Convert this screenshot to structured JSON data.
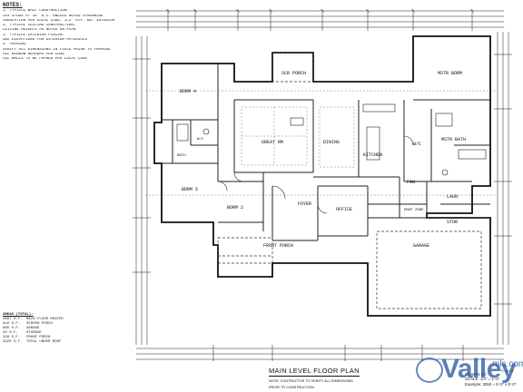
{
  "notes": {
    "heading": "NOTES:",
    "lines": [
      "1. TYPICAL WALL CONSTRUCTION:",
      "   2x4 STUDS AT 16\" O.C. UNLESS NOTED OTHERWISE",
      "   INSULATION PER LOCAL CODE, 1/2\" GYP. BD. INTERIOR",
      "",
      "2. TYPICAL CEILING CONSTRUCTION:",
      "   CEILING HEIGHTS AS NOTED ON PLAN",
      "",
      "3. TYPICAL EXTERIOR FINISH:",
      "   SEE ELEVATIONS FOR EXTERIOR MATERIALS",
      "",
      "4. FRAMING:",
      "   VERIFY ALL DIMENSIONS IN FIELD PRIOR TO FRAMING",
      "   ALL WINDOW HEADERS PER CODE",
      "   ALL WALLS TO BE FRAMED PER LOCAL CODE"
    ]
  },
  "rooms": {
    "scr_porch": "SCR PORCH",
    "mstr_bdrm": "MSTR BDRM",
    "bdrm4": "BDRM 4",
    "bdrm5": "BDRM 5",
    "bdrm2": "BDRM 2",
    "great_rm": "GREAT RM",
    "dining": "DINING",
    "kitchen": "KITCHEN",
    "wic": "W/C",
    "mstr_bath": "MSTR BATH",
    "pan": "PAN",
    "laun": "LAUN",
    "stor": "STOR",
    "office": "OFFICE",
    "foyer": "FOYER",
    "front_porch": "FRONT PORCH",
    "garage": "GARAGE",
    "drop_zone": "DROP ZONE",
    "bath": "BATH",
    "wic2": "W/C"
  },
  "legend": {
    "heading": "AREAS (TOTAL):",
    "rows": [
      {
        "area": "2607 S.F.",
        "label": "MAIN FLOOR HEATED"
      },
      {
        "area": "342 S.F.",
        "label": "SCREEN PORCH"
      },
      {
        "area": "685 S.F.",
        "label": "GARAGE"
      },
      {
        "area": "33 S.F.",
        "label": "STORAGE"
      },
      {
        "area": "258 S.F.",
        "label": "FRONT PORCH"
      },
      {
        "area": "3925 S.F.",
        "label": "TOTAL UNDER ROOF"
      }
    ]
  },
  "title_block": {
    "title": "MAIN LEVEL FLOOR PLAN",
    "subtitle_lines": [
      "NOTE: CONTRACTOR TO VERIFY ALL DIMENSIONS",
      "PRIOR TO CONSTRUCTION"
    ]
  },
  "spec_block": {
    "lines": [
      "DRAWN BY:",
      "SCALE: 1/4\" = 1'-0\"",
      "Example: 3050 = 5'-0\" x 5'-0\""
    ]
  },
  "watermark": {
    "brand": "Valley",
    "suffix": "mls.com",
    "date": "© 2023"
  },
  "colors": {
    "line": "#1a1a1a",
    "background": "#ffffff",
    "watermark": "#2355a0"
  }
}
